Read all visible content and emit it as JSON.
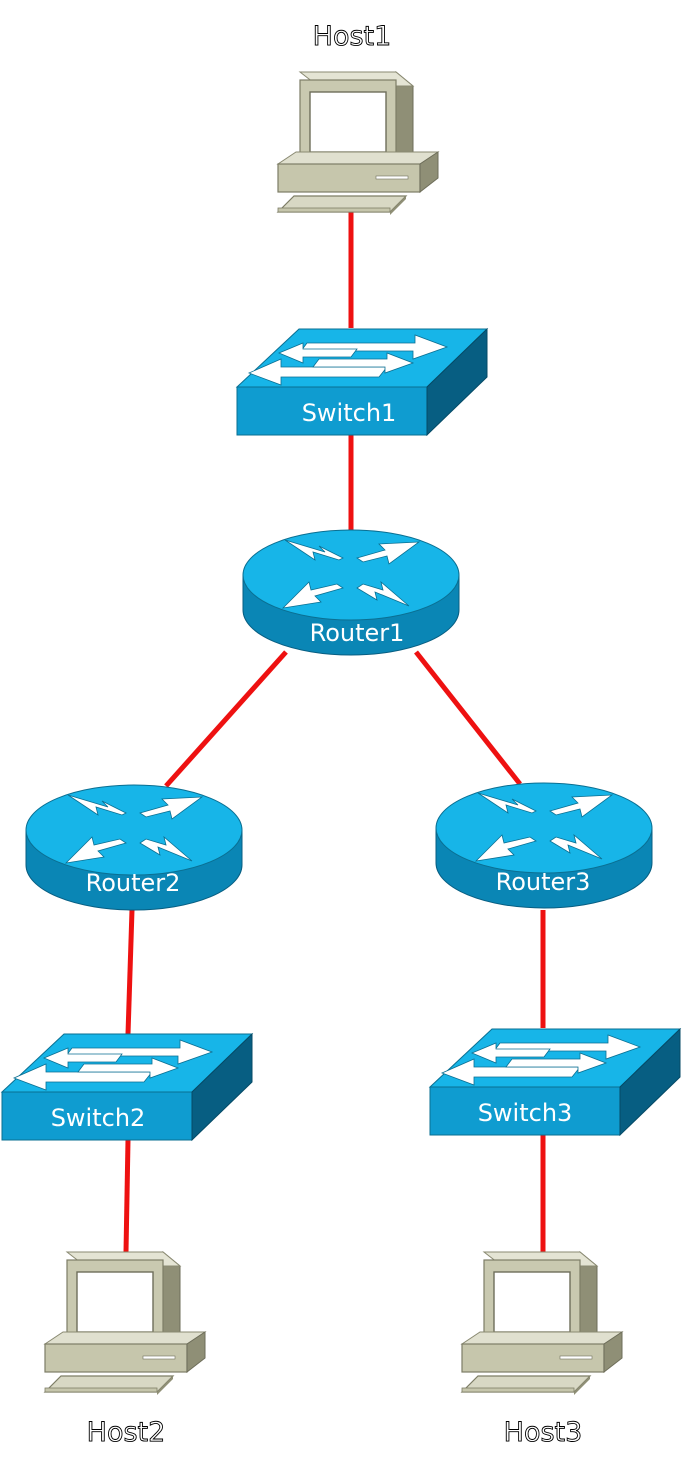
{
  "diagram": {
    "link_color": "#ee1111",
    "hosts": [
      {
        "id": "host1",
        "label": "Host1"
      },
      {
        "id": "host2",
        "label": "Host2"
      },
      {
        "id": "host3",
        "label": "Host3"
      }
    ],
    "switches": [
      {
        "id": "switch1",
        "label": "Switch1"
      },
      {
        "id": "switch2",
        "label": "Switch2"
      },
      {
        "id": "switch3",
        "label": "Switch3"
      }
    ],
    "routers": [
      {
        "id": "router1",
        "label": "Router1"
      },
      {
        "id": "router2",
        "label": "Router2"
      },
      {
        "id": "router3",
        "label": "Router3"
      }
    ],
    "links": [
      {
        "from": "host1",
        "to": "switch1"
      },
      {
        "from": "switch1",
        "to": "router1"
      },
      {
        "from": "router1",
        "to": "router2"
      },
      {
        "from": "router1",
        "to": "router3"
      },
      {
        "from": "router2",
        "to": "switch2"
      },
      {
        "from": "router3",
        "to": "switch3"
      },
      {
        "from": "switch2",
        "to": "host2"
      },
      {
        "from": "switch3",
        "to": "host3"
      }
    ]
  }
}
